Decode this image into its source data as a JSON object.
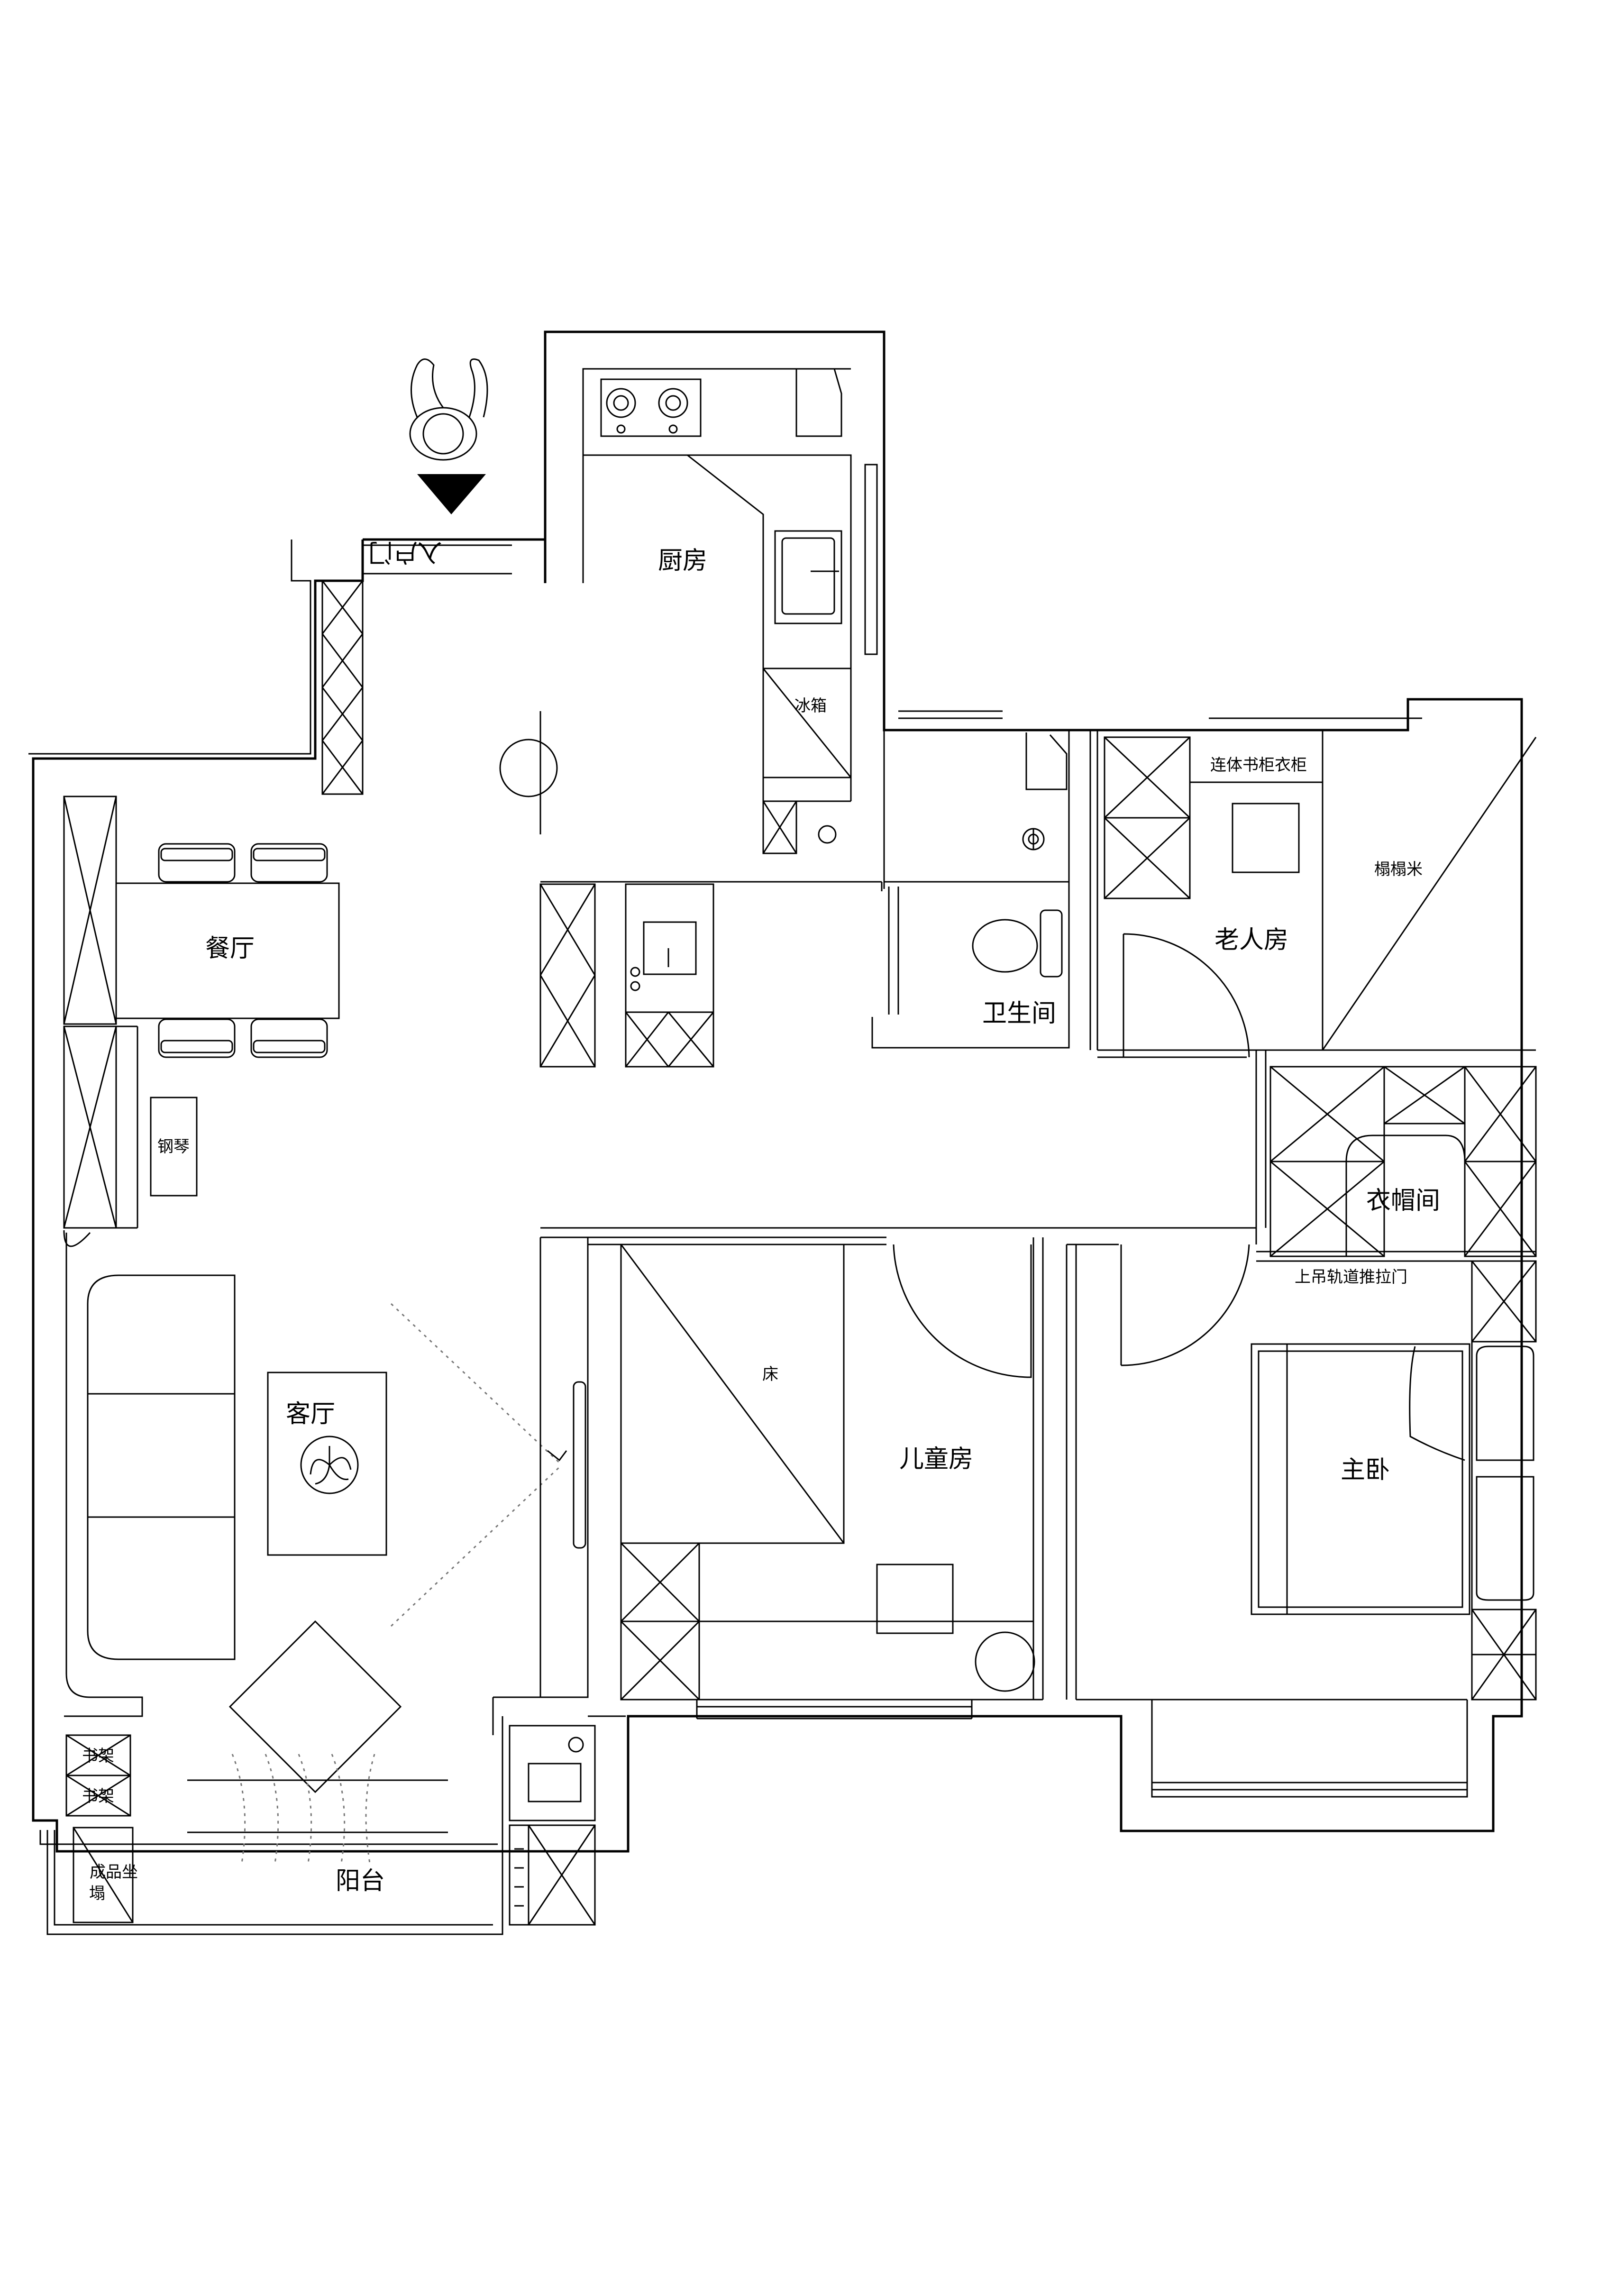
{
  "labels": {
    "entrance": "入户门",
    "kitchen": "厨房",
    "fridge": "冰箱",
    "dining": "餐厅",
    "piano": "钢琴",
    "living": "客厅",
    "balcony": "阳台",
    "bookshelf_1": "书架",
    "bookshelf_2": "书架",
    "daybed_1": "成品坐",
    "daybed_2": "塌",
    "bathroom": "卫生间",
    "bookcase_wardrobe": "连体书柜衣柜",
    "tatami": "榻榻米",
    "elder_room": "老人房",
    "cloakroom": "衣帽间",
    "sliding_door": "上吊轨道推拉门",
    "bed": "床",
    "kids_room": "儿童房",
    "master_bedroom": "主卧"
  }
}
